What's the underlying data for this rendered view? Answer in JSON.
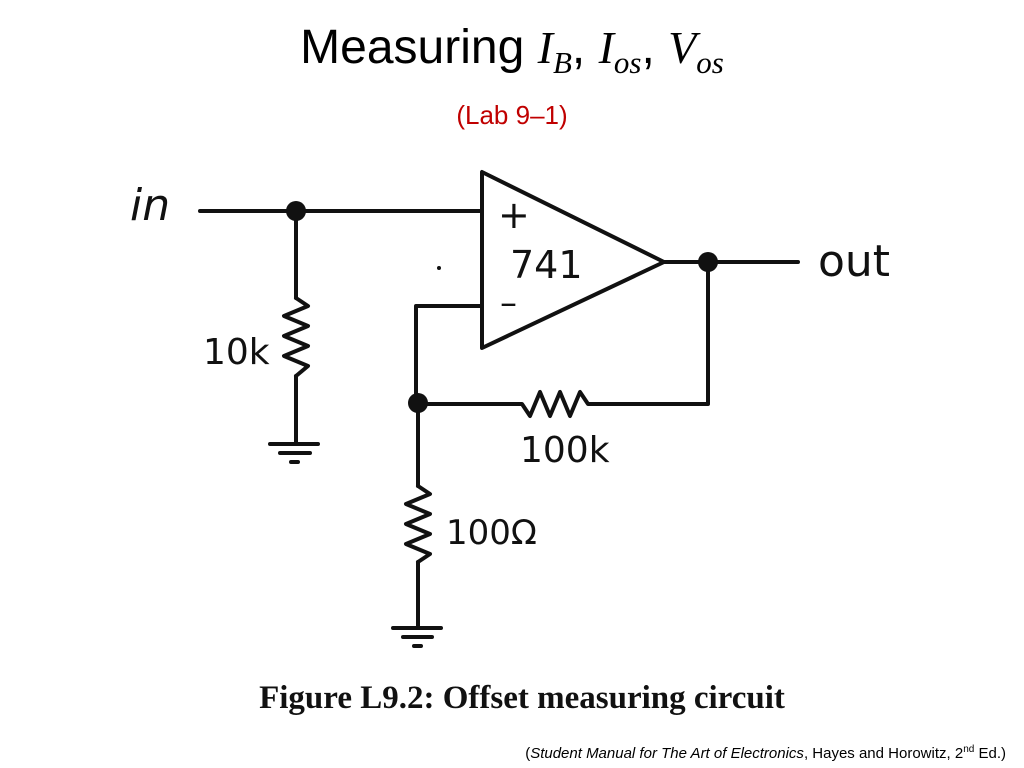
{
  "title": {
    "prefix": "Measuring ",
    "sym1": "I",
    "sub1": "B",
    "sep1": ", ",
    "sym2": "I",
    "sub2": "os",
    "sep2": ", ",
    "sym3": "V",
    "sub3": "os"
  },
  "subtitle": "(Lab 9–1)",
  "subtitle_color": "#c00000",
  "circuit": {
    "in_label": "in",
    "out_label": "out",
    "opamp_label": "741",
    "plus_sign": "+",
    "minus_sign": "–",
    "r_input": "10k",
    "r_feedback": "100k",
    "r_ground": "100Ω"
  },
  "caption": "Figure L9.2: Offset measuring circuit",
  "source": {
    "open": "(",
    "book": "Student Manual for The Art of Electronics",
    "authors": ", Hayes and Horowitz, 2",
    "edition_sup": "nd",
    "close": " Ed.)"
  }
}
